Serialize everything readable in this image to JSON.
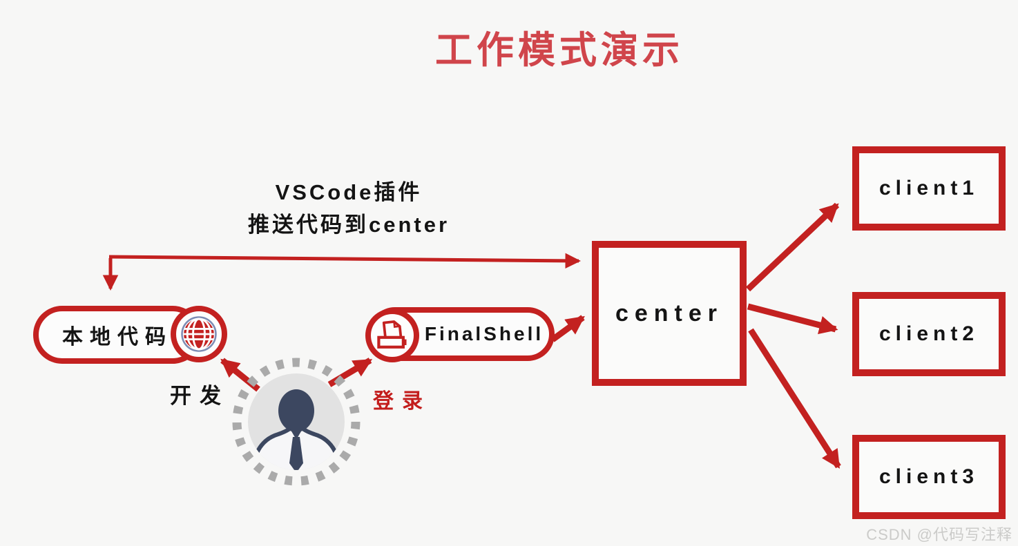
{
  "title": "工作模式演示",
  "annotation": {
    "line1": "VSCode插件",
    "line2": "推送代码到center"
  },
  "nodes": {
    "local_code": {
      "label": "本地代码",
      "icon": "globe-icon"
    },
    "finalshell": {
      "label": "FinalShell",
      "icon": "printer-icon"
    },
    "center": {
      "label": "center"
    },
    "clients": [
      {
        "label": "client1"
      },
      {
        "label": "client2"
      },
      {
        "label": "client3"
      }
    ],
    "user": {
      "icon": "person-icon"
    }
  },
  "edge_labels": {
    "develop": "开发",
    "login": "登录"
  },
  "watermark": "CSDN @代码写注释",
  "colors": {
    "background": "#f7f7f6",
    "accent_red": "#c32120",
    "title_red": "#d0454b",
    "text_black": "#141414",
    "avatar_fill": "#e2e2e2",
    "avatar_ring": "#aaaaaa",
    "person_navy": "#3c4760",
    "globe_ring_blue": "#7d8cb4",
    "watermark_gray": "#cbcbc9"
  }
}
